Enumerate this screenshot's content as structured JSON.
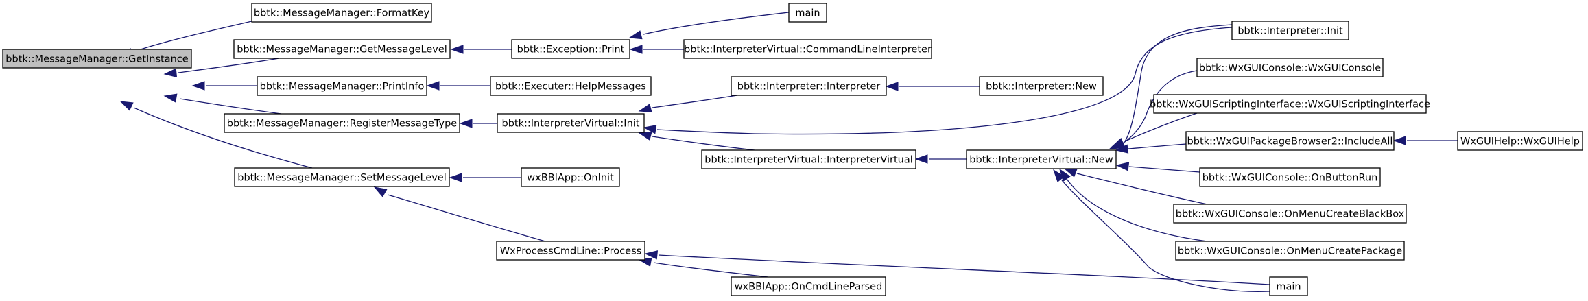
{
  "graph": {
    "fill": "#ffffff",
    "highlight_fill": "#bfbfbf",
    "edge_color": "#191970",
    "nodes": [
      {
        "id": "getinstance",
        "label": "bbtk::MessageManager::GetInstance",
        "highlight": true
      },
      {
        "id": "formatkey",
        "label": "bbtk::MessageManager::FormatKey"
      },
      {
        "id": "getmsglevel",
        "label": "bbtk::MessageManager::GetMessageLevel"
      },
      {
        "id": "printinfo",
        "label": "bbtk::MessageManager::PrintInfo"
      },
      {
        "id": "registermsgtype",
        "label": "bbtk::MessageManager::RegisterMessageType"
      },
      {
        "id": "setmsglevel",
        "label": "bbtk::MessageManager::SetMessageLevel"
      },
      {
        "id": "exception_print",
        "label": "bbtk::Exception::Print"
      },
      {
        "id": "executer_help",
        "label": "bbtk::Executer::HelpMessages"
      },
      {
        "id": "iv_init",
        "label": "bbtk::InterpreterVirtual::Init"
      },
      {
        "id": "wxbbi_oninit",
        "label": "wxBBIApp::OnInit"
      },
      {
        "id": "wxprocess",
        "label": "WxProcessCmdLine::Process"
      },
      {
        "id": "main_top",
        "label": "main"
      },
      {
        "id": "iv_cli",
        "label": "bbtk::InterpreterVirtual::CommandLineInterpreter"
      },
      {
        "id": "interp_ctor",
        "label": "bbtk::Interpreter::Interpreter"
      },
      {
        "id": "iv_ctor",
        "label": "bbtk::InterpreterVirtual::InterpreterVirtual"
      },
      {
        "id": "wxbbi_oncmd",
        "label": "wxBBIApp::OnCmdLineParsed"
      },
      {
        "id": "interp_new",
        "label": "bbtk::Interpreter::New"
      },
      {
        "id": "iv_new",
        "label": "bbtk::InterpreterVirtual::New"
      },
      {
        "id": "interp_init",
        "label": "bbtk::Interpreter::Init"
      },
      {
        "id": "wxgc_ctor",
        "label": "bbtk::WxGUIConsole::WxGUIConsole"
      },
      {
        "id": "wxgsi_ctor",
        "label": "bbtk::WxGUIScriptingInterface::WxGUIScriptingInterface"
      },
      {
        "id": "wxgpb_includeall",
        "label": "bbtk::WxGUIPackageBrowser2::IncludeAll"
      },
      {
        "id": "wxgc_onbuttonrun",
        "label": "bbtk::WxGUIConsole::OnButtonRun"
      },
      {
        "id": "wxgc_onmenublackbox",
        "label": "bbtk::WxGUIConsole::OnMenuCreateBlackBox"
      },
      {
        "id": "wxgc_onmenupackage",
        "label": "bbtk::WxGUIConsole::OnMenuCreatePackage"
      },
      {
        "id": "main_bottom",
        "label": "main"
      },
      {
        "id": "wxguihelp",
        "label": "WxGUIHelp::WxGUIHelp"
      }
    ],
    "edges": [
      {
        "from": "formatkey",
        "to": "getinstance"
      },
      {
        "from": "getmsglevel",
        "to": "getinstance"
      },
      {
        "from": "printinfo",
        "to": "getinstance"
      },
      {
        "from": "registermsgtype",
        "to": "getinstance"
      },
      {
        "from": "setmsglevel",
        "to": "getinstance"
      },
      {
        "from": "exception_print",
        "to": "getmsglevel"
      },
      {
        "from": "executer_help",
        "to": "printinfo"
      },
      {
        "from": "iv_init",
        "to": "registermsgtype"
      },
      {
        "from": "wxbbi_oninit",
        "to": "setmsglevel"
      },
      {
        "from": "wxprocess",
        "to": "setmsglevel"
      },
      {
        "from": "main_top",
        "to": "exception_print"
      },
      {
        "from": "iv_cli",
        "to": "exception_print"
      },
      {
        "from": "interp_ctor",
        "to": "iv_init"
      },
      {
        "from": "interp_init",
        "to": "iv_init"
      },
      {
        "from": "iv_ctor",
        "to": "iv_init"
      },
      {
        "from": "main_bottom",
        "to": "wxprocess"
      },
      {
        "from": "wxbbi_oncmd",
        "to": "wxprocess"
      },
      {
        "from": "interp_new",
        "to": "interp_ctor"
      },
      {
        "from": "iv_new",
        "to": "iv_ctor"
      },
      {
        "from": "interp_init",
        "to": "iv_new"
      },
      {
        "from": "wxgc_ctor",
        "to": "iv_new"
      },
      {
        "from": "wxgsi_ctor",
        "to": "iv_new"
      },
      {
        "from": "wxgpb_includeall",
        "to": "iv_new"
      },
      {
        "from": "wxgc_onbuttonrun",
        "to": "iv_new"
      },
      {
        "from": "wxgc_onmenublackbox",
        "to": "iv_new"
      },
      {
        "from": "wxgc_onmenupackage",
        "to": "iv_new"
      },
      {
        "from": "main_bottom",
        "to": "iv_new"
      },
      {
        "from": "wxguihelp",
        "to": "wxgpb_includeall"
      }
    ]
  }
}
